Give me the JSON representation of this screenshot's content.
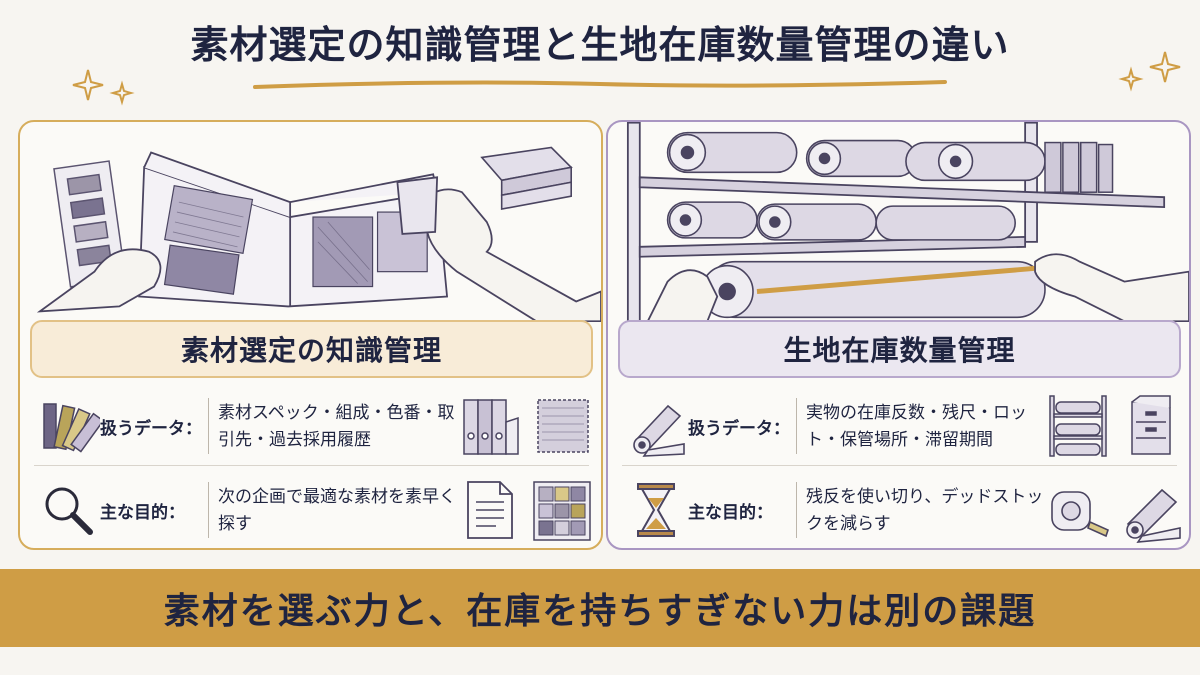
{
  "title": "素材選定の知識管理と生地在庫数量管理の違い",
  "left": {
    "header": "素材選定の知識管理",
    "row1": {
      "label": "扱うデータ：",
      "text": "素材スペック・組成・色番・取引先・過去採用履歴"
    },
    "row2": {
      "label": "主な目的：",
      "text": "次の企画で最適な素材を素早く探す"
    }
  },
  "right": {
    "header": "生地在庫数量管理",
    "row1": {
      "label": "扱うデータ：",
      "text": "実物の在庫反数・残尺・ロット・保管場所・滞留期間"
    },
    "row2": {
      "label": "主な目的：",
      "text": "残反を使い切り、デッドストックを減らす"
    }
  },
  "footer": "素材を選ぶ力と、在庫を持ちすぎない力は別の課題",
  "colors": {
    "gold": "#cf9d45",
    "gold_border": "#d6ad5c",
    "purple_border": "#a996c2",
    "navy": "#1f2440"
  }
}
